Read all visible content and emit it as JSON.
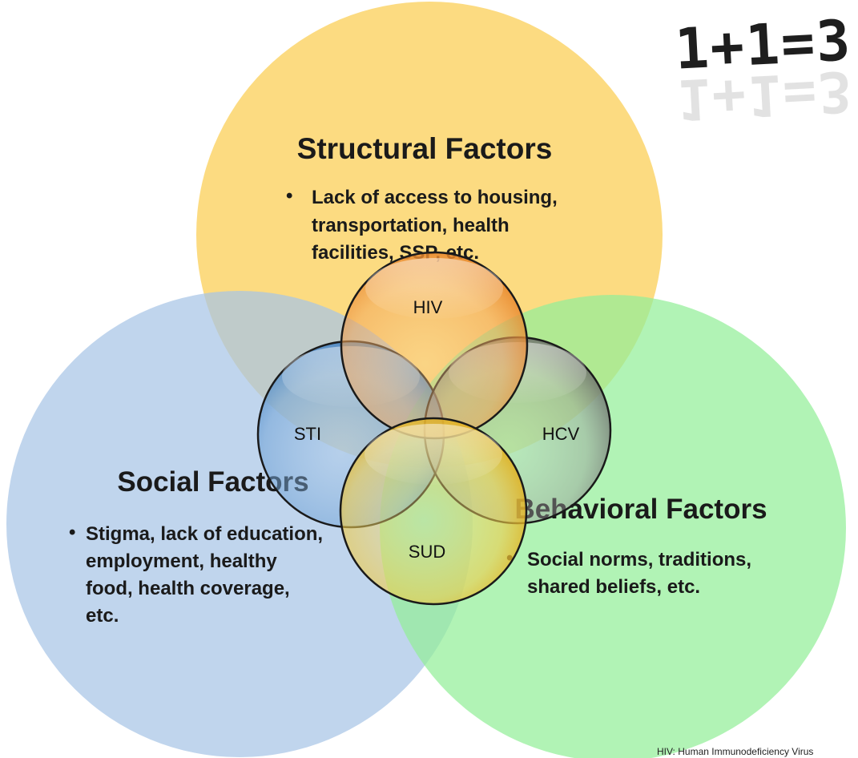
{
  "formula": "1+1=3",
  "structural": {
    "title": "Structural Factors",
    "bullet_lines": [
      "Lack of access to housing,",
      "transportation, health",
      "facilities, SSP, etc."
    ],
    "color": "#fcd66f"
  },
  "social": {
    "title": "Social Factors",
    "bullet_lines": [
      "Stigma, lack of education,",
      "employment, healthy",
      "food, health coverage,",
      "etc."
    ],
    "color": "#a7c5e6"
  },
  "behavioral": {
    "title": "Behavioral Factors",
    "bullet_lines": [
      "Social norms, traditions,",
      "shared beliefs, etc."
    ],
    "color": "#93ef99"
  },
  "small_circles": {
    "hiv": "HIV",
    "sti": "STI",
    "hcv": "HCV",
    "sud": "SUD"
  },
  "footnote": "HIV: Human Immunodeficiency Virus"
}
